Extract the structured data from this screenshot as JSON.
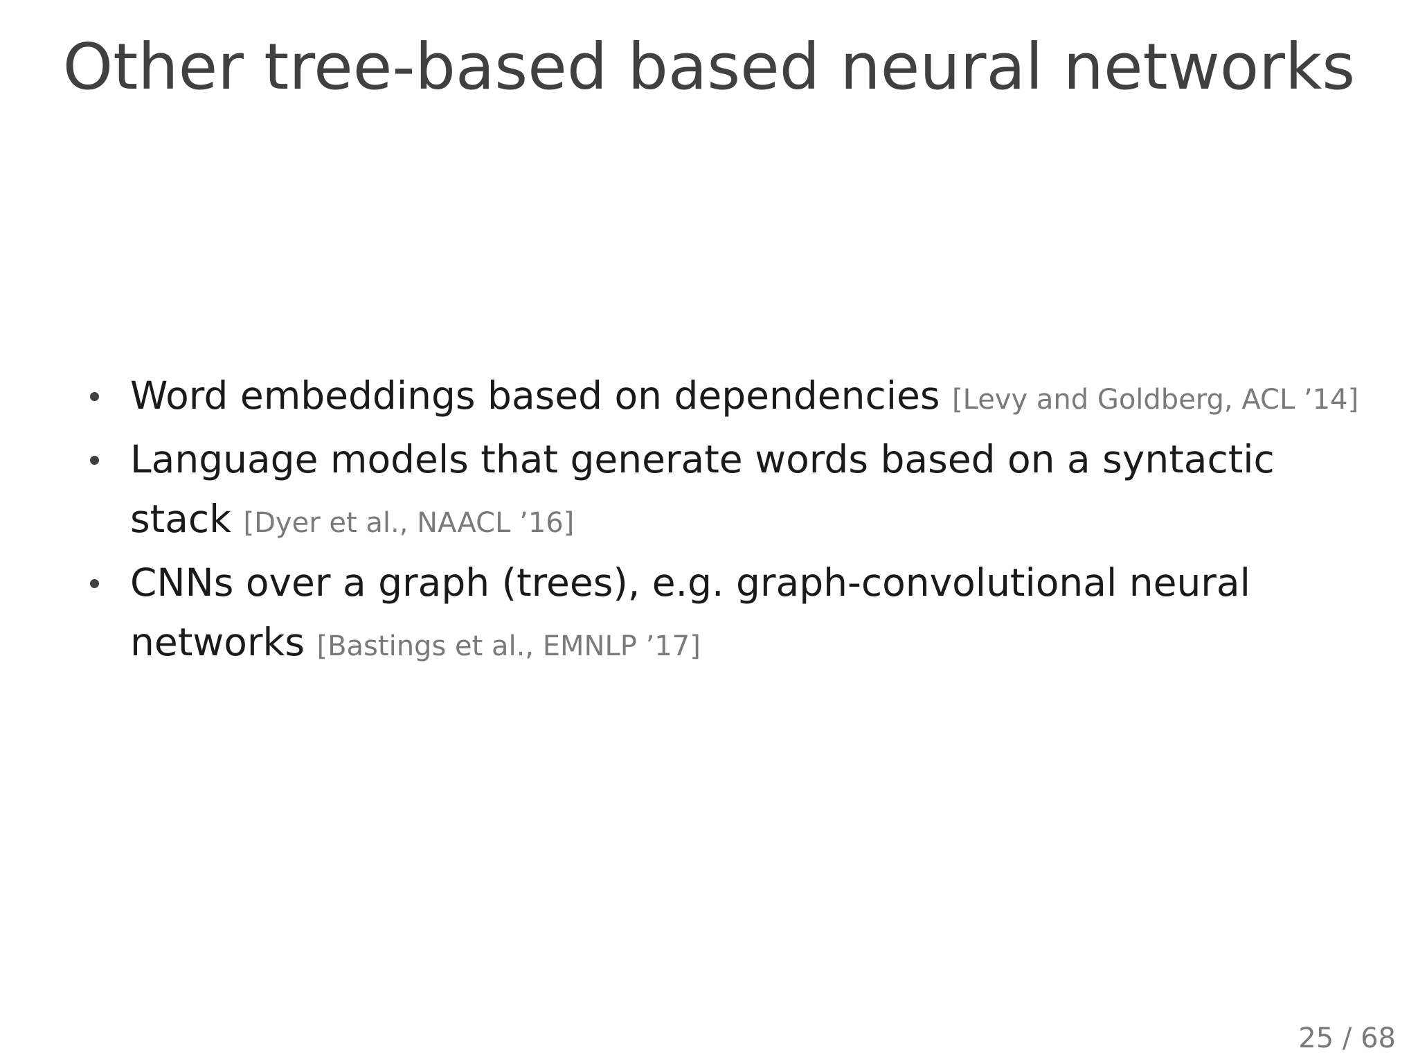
{
  "slide": {
    "title": "Other tree-based based neural networks",
    "bullets": [
      {
        "text": "Word embeddings based on dependencies",
        "citation": "[Levy and Goldberg, ACL ’14]"
      },
      {
        "text": "Language models that generate words based on a syntactic stack",
        "citation": "[Dyer et al., NAACL ’16]"
      },
      {
        "text": "CNNs over a graph (trees), e.g. graph-convolutional neural networks",
        "citation": "[Bastings et al., EMNLP ’17]"
      }
    ],
    "page_number": "25 / 68"
  }
}
